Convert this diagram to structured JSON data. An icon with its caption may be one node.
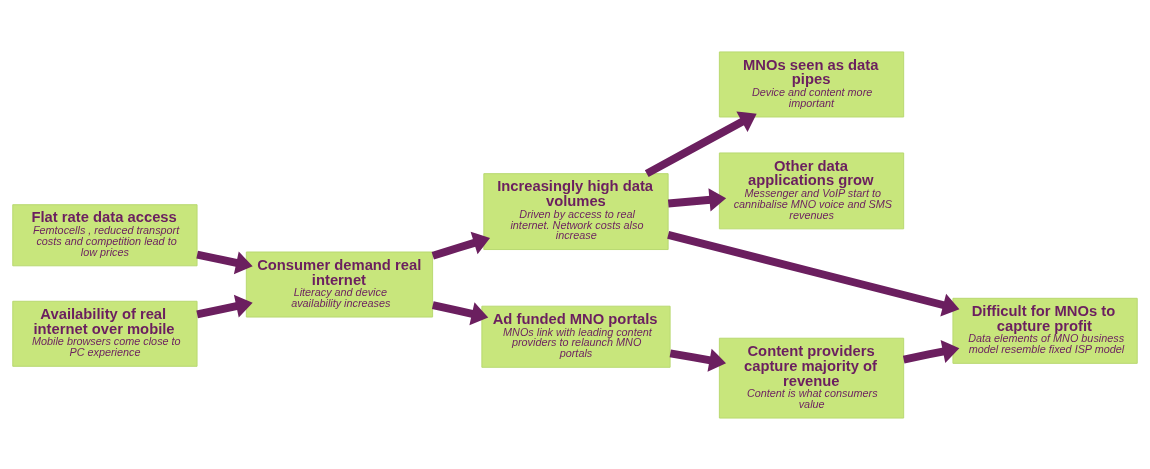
{
  "diagram": {
    "nodes": [
      {
        "text": [
          "Flat rate data access",
          "Femtocells , reduced transport costs and competition lead to low prices"
        ]
      },
      {
        "text": [
          "Availability of real internet over mobile",
          "Mobile browsers come close to PC experience"
        ]
      },
      {
        "text": [
          "Consumer demand real internet",
          "Literacy and device availability increases"
        ]
      },
      {
        "text": [
          "Increasingly high data volumes",
          "Driven by access to real internet. Network costs also increase"
        ]
      },
      {
        "text": [
          "MNOs seen as data pipes",
          "Device and content more important"
        ]
      },
      {
        "text": [
          "Other data applications grow",
          "Messenger and VoIP start to cannibalise MNO voice and SMS revenues"
        ]
      },
      {
        "text": [
          "Ad funded MNO portals",
          "MNOs link with leading content providers to relaunch MNO portals"
        ]
      },
      {
        "text": [
          "Content providers capture majority of revenue",
          "Content is what consumers value"
        ]
      },
      {
        "text": [
          "Difficult for MNOs to capture profit",
          "Data elements of MNO business model resemble fixed ISP model"
        ]
      }
    ],
    "edges": [
      {
        "from": 0,
        "to": 2,
        "arrow": "to"
      },
      {
        "from": 1,
        "to": 2,
        "arrow": "to"
      },
      {
        "from": 2,
        "to": 3,
        "arrow": "to"
      },
      {
        "from": 3,
        "to": 4,
        "arrow": "to"
      },
      {
        "from": 3,
        "to": 5,
        "arrow": "to"
      },
      {
        "from": 3,
        "to": 8,
        "arrow": "to"
      },
      {
        "from": 2,
        "to": 6,
        "arrow": "to"
      },
      {
        "from": 6,
        "to": 7,
        "arrow": "to"
      },
      {
        "from": 7,
        "to": 8,
        "arrow": "to"
      }
    ]
  }
}
